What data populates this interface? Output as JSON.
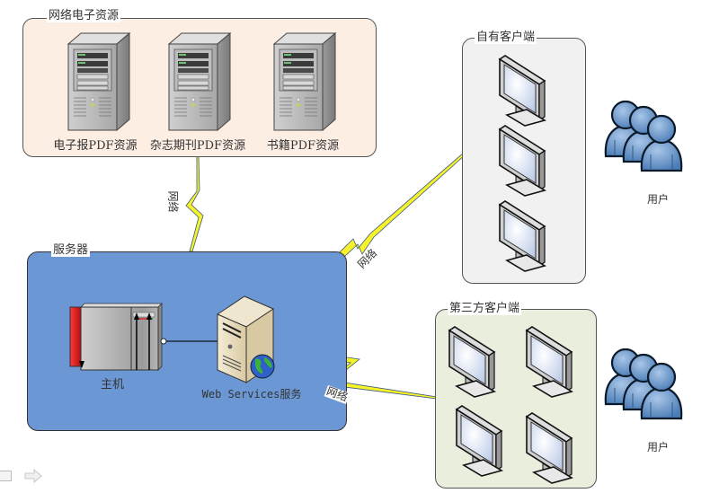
{
  "diagram": {
    "network_resources": {
      "title": "网络电子资源",
      "servers": [
        {
          "label": "电子报PDF资源",
          "icon": "tower-server-icon"
        },
        {
          "label": "杂志期刊PDF资源",
          "icon": "tower-server-icon"
        },
        {
          "label": "书籍PDF资源",
          "icon": "tower-server-icon"
        }
      ],
      "fill": "#fdeee4"
    },
    "server_group": {
      "title": "服务器",
      "host_label": "主机",
      "web_service_label": "Web Services服务",
      "fill": "#6b98d4"
    },
    "own_clients": {
      "title": "自有客户端",
      "monitor_count": 3,
      "fill": "#f1f1f1"
    },
    "third_party_clients": {
      "title": "第三方客户端",
      "monitor_count": 4,
      "fill": "#eaeedd"
    },
    "users": [
      {
        "label": "用户"
      },
      {
        "label": "用户"
      }
    ],
    "links": [
      {
        "from": "网络电子资源",
        "to": "服务器",
        "label": "网络",
        "style": "lightning"
      },
      {
        "from": "Web Services服务",
        "to": "自有客户端",
        "label": "网络",
        "style": "lightning"
      },
      {
        "from": "Web Services服务",
        "to": "第三方客户端",
        "label": "网络",
        "style": "lightning"
      },
      {
        "from": "主机",
        "to": "Web Services服务",
        "label": "",
        "style": "line"
      }
    ],
    "colors": {
      "lightning": "#f7f22a",
      "line": "#3a5a80",
      "user_blue": "#5b8ec4"
    }
  },
  "footer_controls": [
    {
      "icon": "window-icon"
    },
    {
      "icon": "arrow-right-icon"
    }
  ]
}
